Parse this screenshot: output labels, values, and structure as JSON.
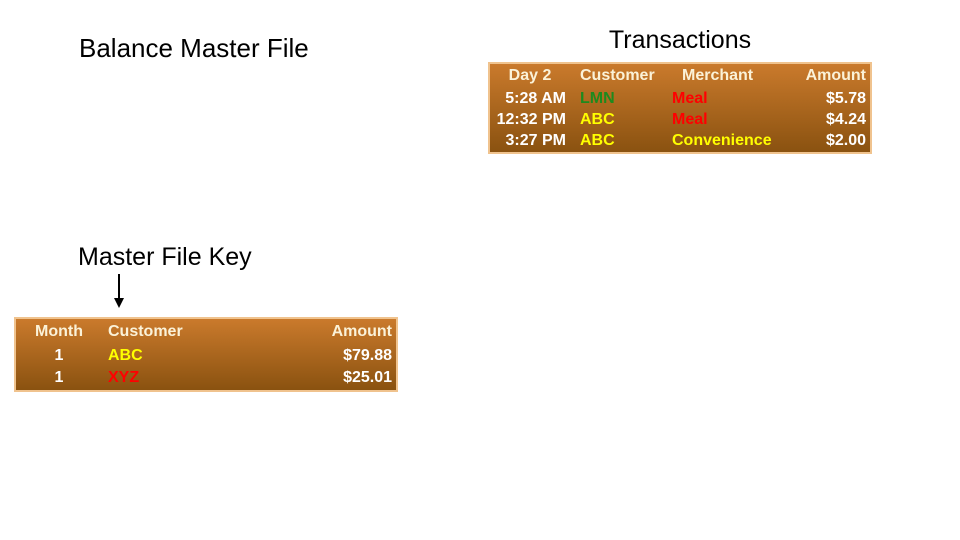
{
  "slide_title": "Balance Master File",
  "transactions": {
    "heading": "Transactions",
    "headers": {
      "col1": "Day 2",
      "col2": "Customer",
      "col3": "Merchant",
      "col4": "Amount"
    },
    "rows": [
      {
        "time": "5:28 AM",
        "customer": "LMN",
        "merchant": "Meal",
        "amount": "$5.78"
      },
      {
        "time": "12:32 PM",
        "customer": "ABC",
        "merchant": "Meal",
        "amount": "$4.24"
      },
      {
        "time": "3:27 PM",
        "customer": "ABC",
        "merchant": "Convenience",
        "amount": "$2.00"
      }
    ]
  },
  "master_file": {
    "label": "Master File Key",
    "headers": {
      "col1": "Month",
      "col2": "Customer",
      "col3": "Amount"
    },
    "rows": [
      {
        "month": "1",
        "customer": "ABC",
        "amount": "$79.88"
      },
      {
        "month": "1",
        "customer": "XYZ",
        "amount": "$25.01"
      }
    ]
  },
  "colors": {
    "title_text": "#000000",
    "table_gradient_top": "#ca7a2c",
    "table_gradient_bottom": "#8a5210",
    "table_border": "#f0c38e",
    "header_text": "#fbf2d8",
    "data_text": "#ffffff",
    "green": "#1e8a1e",
    "yellow": "#ffff00",
    "red": "#ff0000"
  }
}
